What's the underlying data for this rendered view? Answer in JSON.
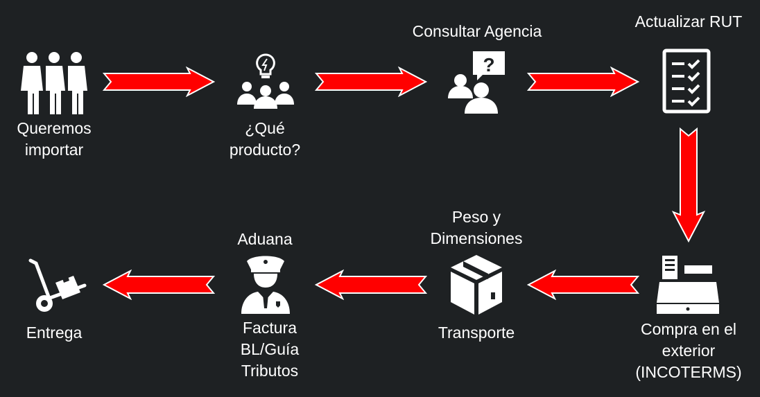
{
  "diagram": {
    "title": "",
    "accent_color": "#ff0000",
    "text_color": "#ffffff",
    "background_color": "#1e2123",
    "steps": [
      {
        "icon": "people-group-icon",
        "lines": [
          "Queremos",
          "importar"
        ]
      },
      {
        "icon": "team-idea-lightbulb-icon",
        "lines": [
          "¿Qué",
          "producto?"
        ]
      },
      {
        "icon": "consultation-question-icon",
        "lines": [
          "Consultar Agencia"
        ]
      },
      {
        "icon": "checklist-document-icon",
        "lines": [
          "Actualizar RUT"
        ]
      },
      {
        "icon": "cash-register-icon",
        "lines": [
          "Compra en el",
          "exterior",
          "(INCOTERMS)"
        ]
      },
      {
        "icon": "package-box-icon",
        "lines_top": [
          "Peso y",
          "Dimensiones"
        ],
        "lines": [
          "Transporte"
        ]
      },
      {
        "icon": "customs-officer-icon",
        "lines_top": [
          "Aduana"
        ],
        "lines": [
          "Factura",
          "BL/Guía",
          "Tributos"
        ]
      },
      {
        "icon": "hand-truck-delivery-icon",
        "lines": [
          "Entrega"
        ]
      }
    ]
  }
}
